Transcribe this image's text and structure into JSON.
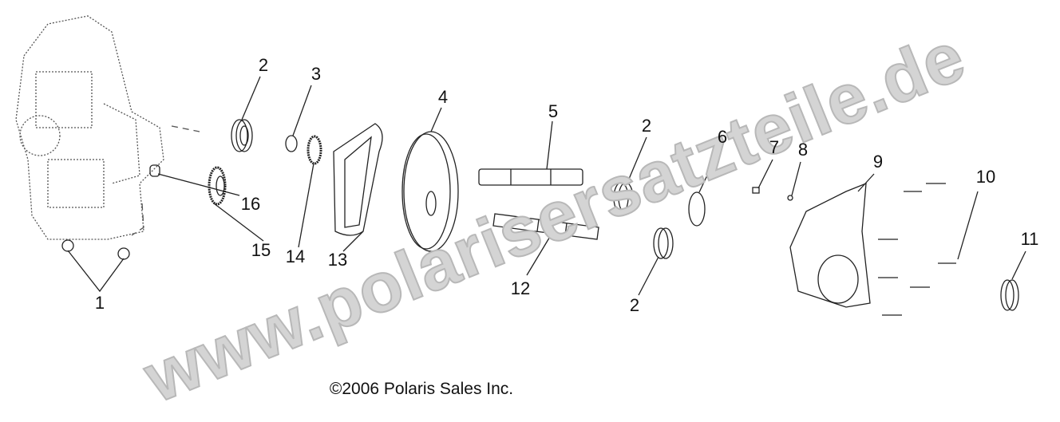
{
  "watermark": "www.polarisersatzteile.de",
  "copyright": "©2006 Polaris Sales Inc.",
  "callouts": [
    "1",
    "2",
    "3",
    "4",
    "5",
    "2",
    "6",
    "7",
    "8",
    "9",
    "10",
    "11",
    "12",
    "2",
    "13",
    "14",
    "15",
    "16"
  ],
  "colors": {
    "line": "#111111",
    "watermark": "#d4d4d4"
  }
}
